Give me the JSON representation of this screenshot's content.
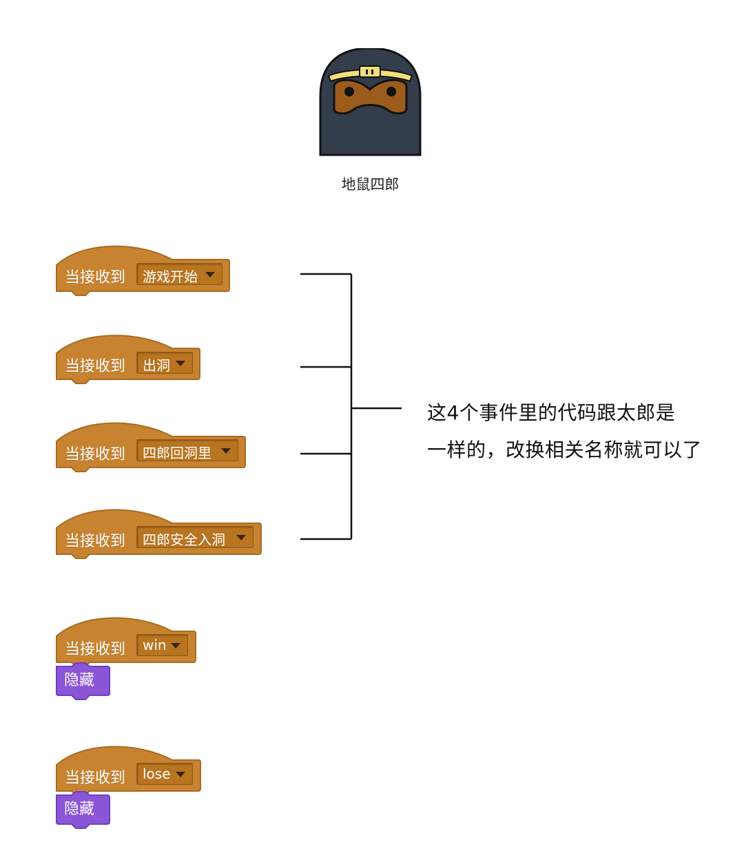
{
  "character": {
    "name": "地鼠四郎",
    "icon": "mole-ninja-icon"
  },
  "blocks": [
    {
      "label": "当接收到",
      "value": "游戏开始"
    },
    {
      "label": "当接收到",
      "value": "出洞"
    },
    {
      "label": "当接收到",
      "value": "四郎回洞里"
    },
    {
      "label": "当接收到",
      "value": "四郎安全入洞"
    },
    {
      "label": "当接收到",
      "value": "win",
      "child": "隐藏"
    },
    {
      "label": "当接收到",
      "value": "lose",
      "child": "隐藏"
    }
  ],
  "note": {
    "line1": "这4个事件里的代码跟太郎是",
    "line2": "一样的，改换相关名称就可以了"
  },
  "colors": {
    "event_block": "#c88330",
    "event_dropdown": "#b8741f",
    "looks_block": "#8a55d7",
    "text": "#111111"
  }
}
